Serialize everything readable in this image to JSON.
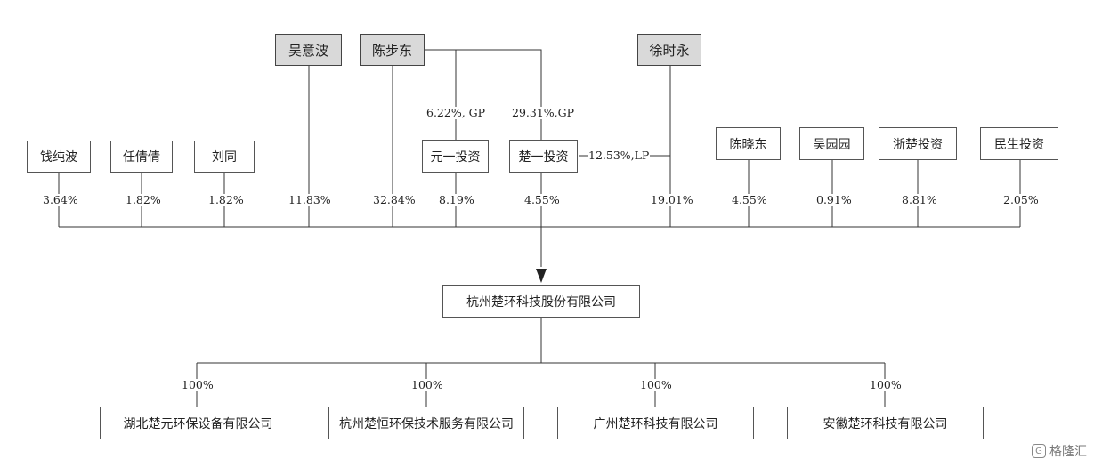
{
  "top_holders": {
    "wu_yibo": "吴意波",
    "chen_budong": "陈步东",
    "xu_shiyong": "徐时永"
  },
  "gp_labels": {
    "yuanyi": "6.22%, GP",
    "chuyi": "29.31%,GP",
    "chuyi_lp": "12.53%,LP"
  },
  "shareholders": [
    {
      "name": "钱纯波",
      "pct": "3.64%"
    },
    {
      "name": "任倩倩",
      "pct": "1.82%"
    },
    {
      "name": "刘同",
      "pct": "1.82%"
    },
    {
      "name": "",
      "pct": "11.83%"
    },
    {
      "name": "",
      "pct": "32.84%"
    },
    {
      "name": "元一投资",
      "pct": "8.19%"
    },
    {
      "name": "楚一投资",
      "pct": "4.55%"
    },
    {
      "name": "",
      "pct": "19.01%"
    },
    {
      "name": "陈晓东",
      "pct": "4.55%"
    },
    {
      "name": "吴园园",
      "pct": "0.91%"
    },
    {
      "name": "浙楚投资",
      "pct": "8.81%"
    },
    {
      "name": "民生投资",
      "pct": "2.05%"
    }
  ],
  "company": "杭州楚环科技股份有限公司",
  "subsidiaries": [
    {
      "name": "湖北楚元环保设备有限公司",
      "pct": "100%"
    },
    {
      "name": "杭州楚恒环保技术服务有限公司",
      "pct": "100%"
    },
    {
      "name": "广州楚环科技有限公司",
      "pct": "100%"
    },
    {
      "name": "安徽楚环科技有限公司",
      "pct": "100%"
    }
  ],
  "watermark": "格隆汇"
}
